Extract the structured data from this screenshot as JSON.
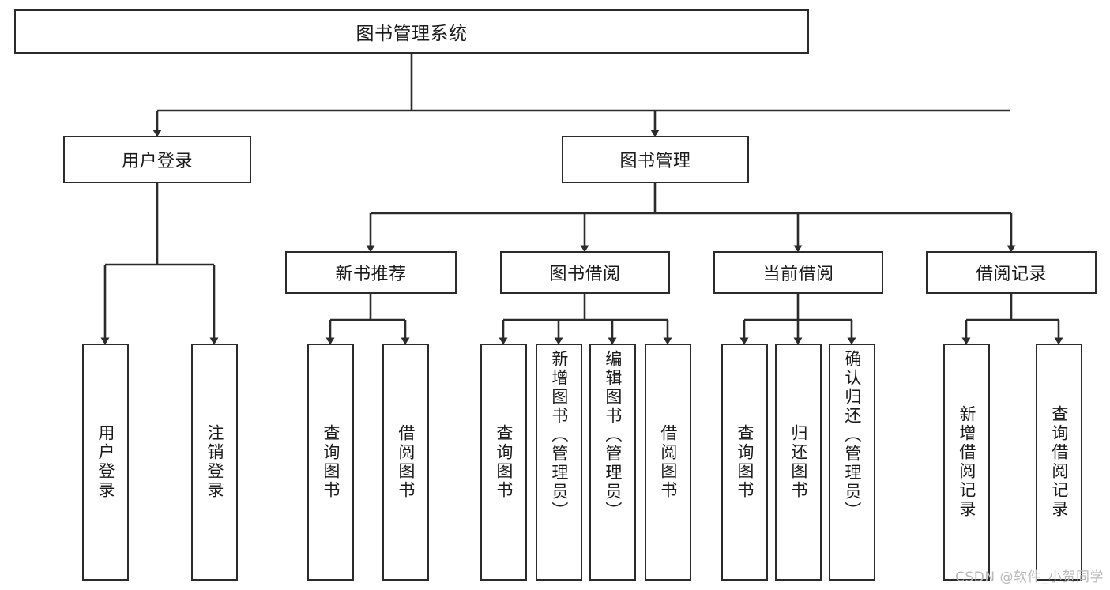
{
  "diagram": {
    "title": "图书管理系统",
    "type": "tree",
    "watermark": "CSDN @软件_小贺同学",
    "colors": {
      "box_border": "#2b2b2b",
      "box_fill": "#ffffff",
      "connector": "#2b2b2b",
      "text": "#1a1a1a",
      "watermark": "#b9b9b9",
      "background": "#ffffff"
    },
    "levels": {
      "root": "图书管理系统",
      "level2": [
        "用户登录",
        "图书管理"
      ],
      "level3": [
        "新书推荐",
        "图书借阅",
        "当前借阅",
        "借阅记录"
      ]
    },
    "nodes": {
      "root": {
        "label": "图书管理系统"
      },
      "user_login": {
        "label": "用户登录"
      },
      "book_manage": {
        "label": "图书管理"
      },
      "new_book_rec": {
        "label": "新书推荐"
      },
      "book_borrow": {
        "label": "图书借阅"
      },
      "current_borrow": {
        "label": "当前借阅"
      },
      "borrow_record": {
        "label": "借阅记录"
      }
    },
    "leaves": {
      "user_login": [
        {
          "label": "用户登录"
        },
        {
          "label": "注销登录"
        }
      ],
      "new_book_rec": [
        {
          "label": "查询图书"
        },
        {
          "label": "借阅图书"
        }
      ],
      "book_borrow": [
        {
          "label": "查询图书"
        },
        {
          "label": "新增图书（管理员）"
        },
        {
          "label": "编辑图书（管理员）"
        },
        {
          "label": "借阅图书"
        }
      ],
      "current_borrow": [
        {
          "label": "查询图书"
        },
        {
          "label": "归还图书"
        },
        {
          "label": "确认归还（管理员）"
        }
      ],
      "borrow_record": [
        {
          "label": "新增借阅记录"
        },
        {
          "label": "查询借阅记录"
        }
      ]
    }
  }
}
